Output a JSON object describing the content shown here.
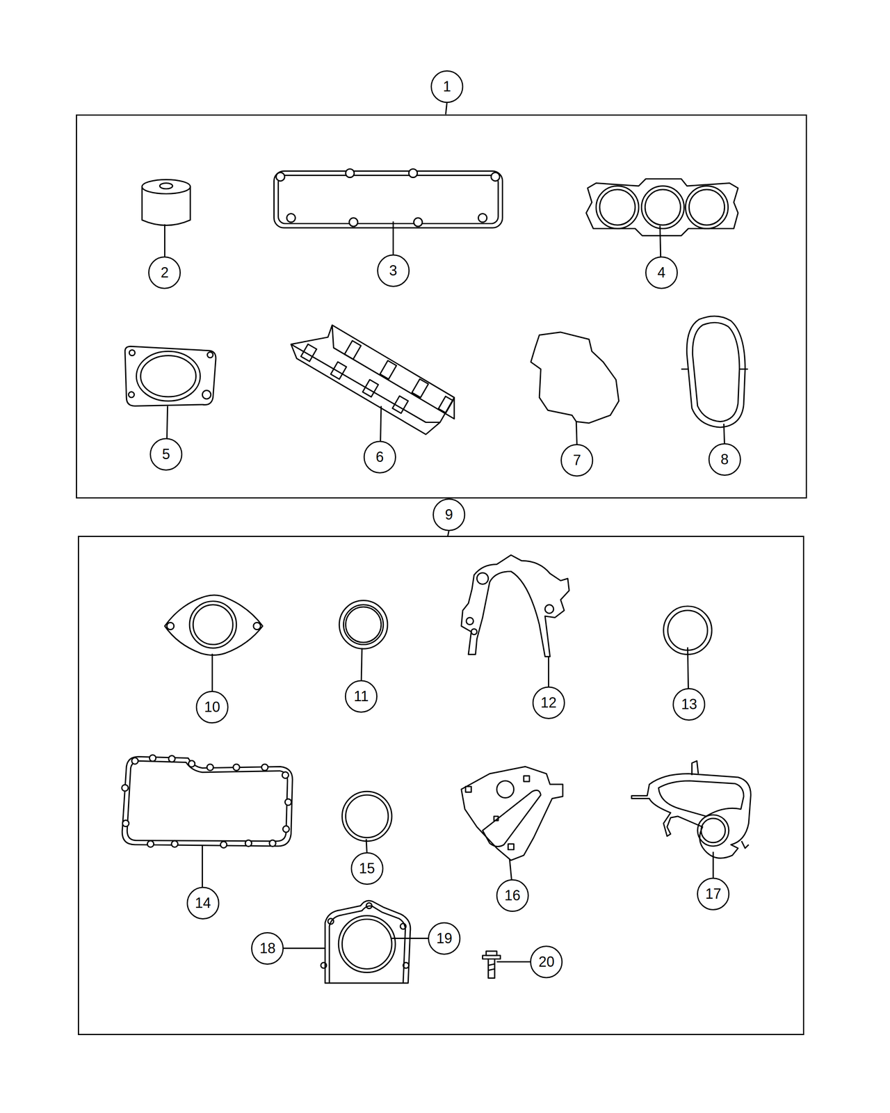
{
  "diagram": {
    "nodes": [
      {
        "text": [
          "1"
        ]
      },
      {
        "text": [
          "9"
        ]
      }
    ],
    "labels": [
      "2",
      "3",
      "4",
      "5",
      "6",
      "7",
      "8",
      "10",
      "11",
      "12",
      "13",
      "14",
      "15",
      "16",
      "17",
      "18",
      "19",
      "20"
    ]
  }
}
